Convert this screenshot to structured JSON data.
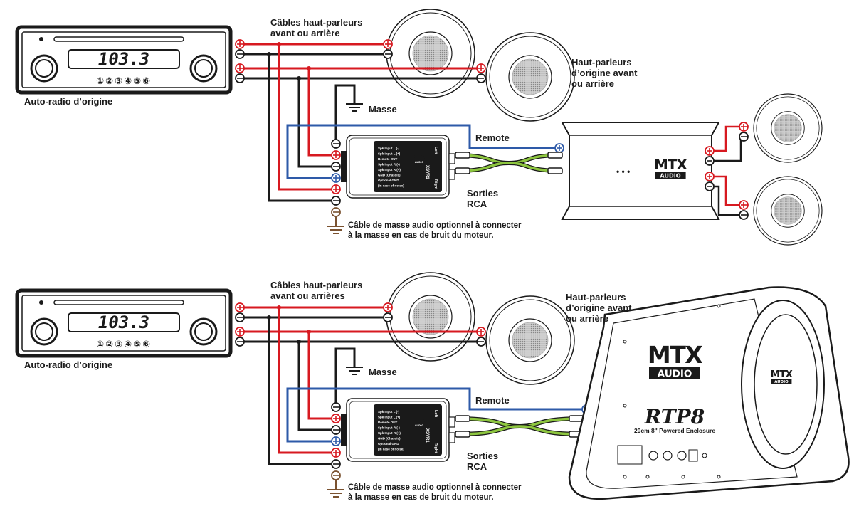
{
  "colors": {
    "red": "#d71920",
    "black": "#1a1a1a",
    "blue": "#2e5aa8",
    "green": "#8dc63f",
    "brown": "#7a5230"
  },
  "top": {
    "speaker_cables": "Câbles haut-parleurs",
    "speaker_cables_2": "avant ou arrière",
    "oem_speakers": "Haut-parleurs",
    "oem_speakers_2": "d’origine avant",
    "oem_speakers_3": "ou arrière",
    "head_unit": "Auto-radio d’origine",
    "ground": "Masse",
    "remote": "Remote",
    "rca_out": "Sorties",
    "rca_out_2": "RCA",
    "audio_ground": "Câble de masse audio optionnel à connecter",
    "audio_ground_2": "à la masse en cas de bruit du moteur.",
    "amp_dots": "• • •"
  },
  "bottom": {
    "speaker_cables": "Câbles haut-parleurs",
    "speaker_cables_2": "avant ou arrières",
    "oem_speakers": "Haut-parleurs",
    "oem_speakers_2": "d’origine avant",
    "oem_speakers_3": "ou arrière",
    "head_unit": "Auto-radio d’origine",
    "ground": "Masse",
    "remote": "Remote",
    "rca_out": "Sorties",
    "rca_out_2": "RCA",
    "audio_ground": "Câble de masse audio optionnel à connecter",
    "audio_ground_2": "à la masse en cas de bruit du moteur.",
    "rtp_model": "RTP8",
    "rtp_desc": "20cm 8\" Powered Enclosure"
  },
  "radio": {
    "frequency": "103.3",
    "presets": "①②③④⑤⑥"
  },
  "brand": {
    "logo_top": "MTX",
    "logo_bottom": "AUDIO"
  },
  "converter": {
    "lines": [
      "Spk Input L (-)",
      "Spk Input L (+)",
      "Remote OUT",
      "Spk Input R (-)",
      "Spk Input R (+)",
      "GND (Chassis)",
      "Optional GND",
      "(In case of noise)"
    ],
    "left": "Left",
    "right": "Right",
    "model": "XSVR1"
  }
}
